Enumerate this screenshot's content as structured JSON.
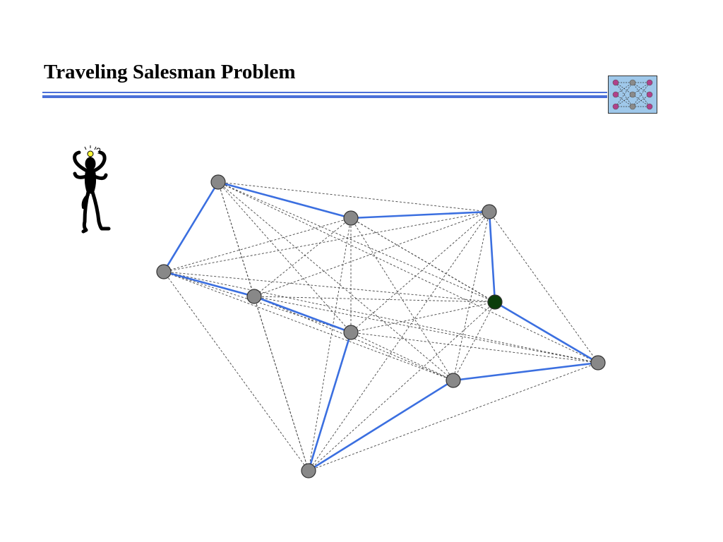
{
  "slide": {
    "title": "Traveling Salesman Problem"
  },
  "icons": {
    "logo": "neural-network-logo-icon",
    "figure": "thinking-person-icon"
  },
  "graph": {
    "nodes": [
      {
        "id": "n1"
      },
      {
        "id": "n2"
      },
      {
        "id": "n3"
      },
      {
        "id": "n4"
      },
      {
        "id": "n5"
      },
      {
        "id": "n6"
      },
      {
        "id": "n7",
        "start": true
      },
      {
        "id": "n8"
      },
      {
        "id": "n9"
      },
      {
        "id": "n10"
      }
    ],
    "tour": [
      "n1",
      "n2",
      "n3",
      "n7",
      "n8",
      "n9",
      "n10",
      "n6",
      "n5",
      "n4",
      "n1"
    ],
    "all_edges_dashed": true,
    "colors": {
      "tour_edge": "#3b6fe0",
      "dashed_edge": "#444444",
      "node_fill": "#888888",
      "start_node_fill": "#0a3d0a",
      "node_stroke": "#333333",
      "rule": "#4a6fd8"
    }
  }
}
